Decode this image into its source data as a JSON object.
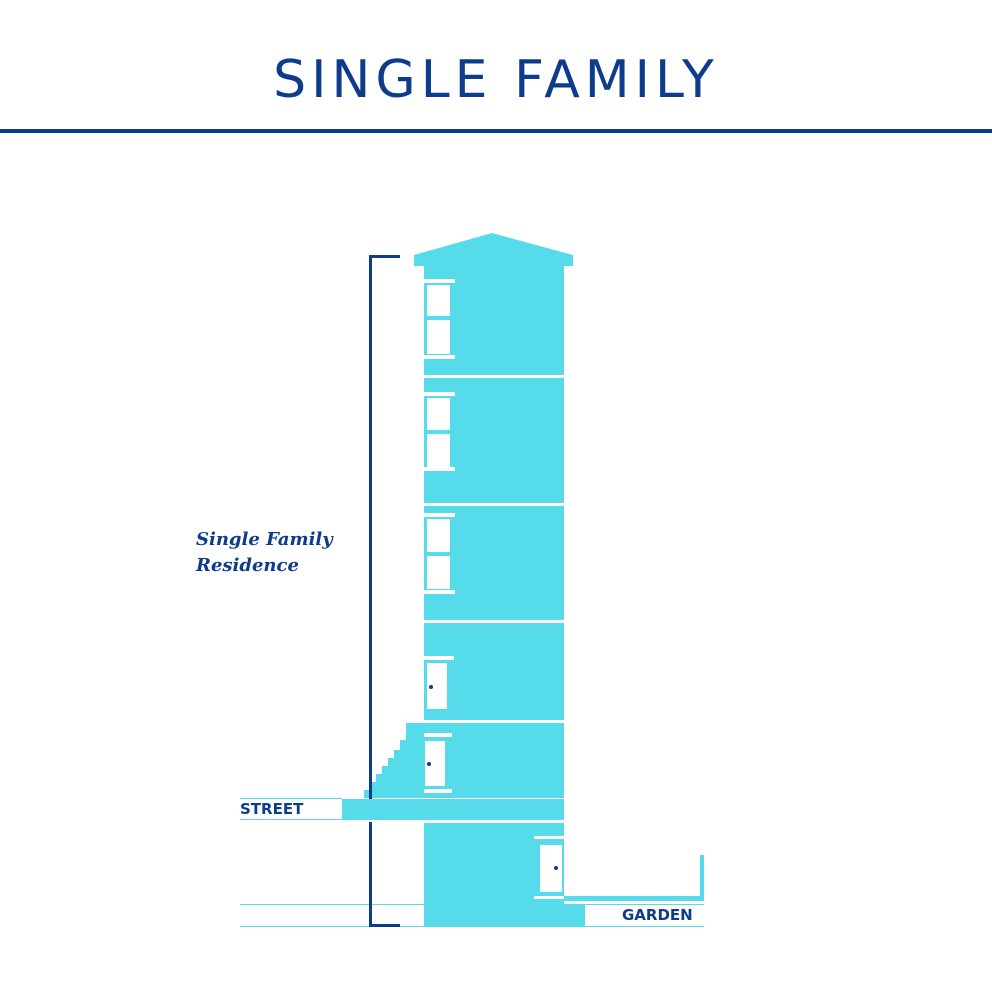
{
  "title": "SINGLE FAMILY",
  "labels": {
    "residence_line1": "Single Family",
    "residence_line2": "Residence",
    "street": "STREET",
    "garden": "GARDEN"
  },
  "colors": {
    "building": "#56dbeb",
    "accent": "#0d3c8c",
    "window": "#ffffff"
  }
}
